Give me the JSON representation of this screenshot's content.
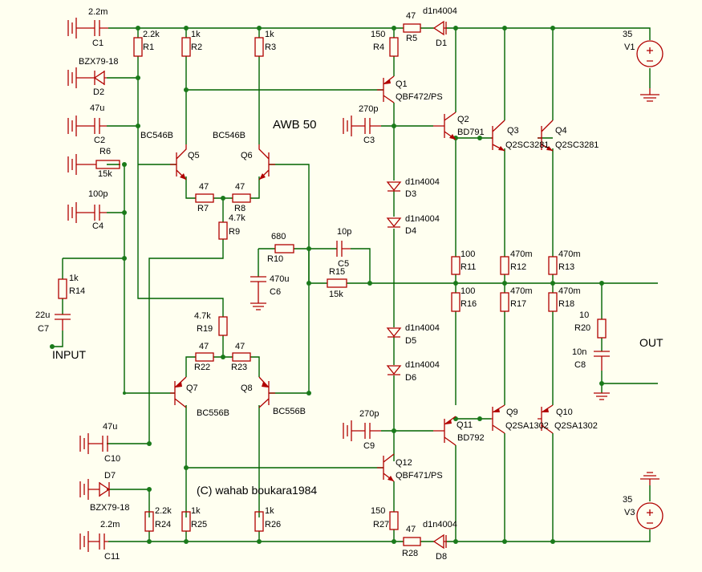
{
  "title": "AWB 50",
  "copyright": "(C) wahab boukara1984",
  "ports": {
    "input": "INPUT",
    "output": "OUT"
  },
  "components": {
    "C1": {
      "ref": "C1",
      "value": "2.2m"
    },
    "C2": {
      "ref": "C2",
      "value": "47u"
    },
    "C3": {
      "ref": "C3",
      "value": "270p"
    },
    "C4": {
      "ref": "C4",
      "value": "100p"
    },
    "C5": {
      "ref": "C5",
      "value": "10p"
    },
    "C6": {
      "ref": "C6",
      "value": "470u"
    },
    "C7": {
      "ref": "C7",
      "value": "22u"
    },
    "C8": {
      "ref": "C8",
      "value": "10n"
    },
    "C9": {
      "ref": "C9",
      "value": "270p"
    },
    "C10": {
      "ref": "C10",
      "value": "47u"
    },
    "C11": {
      "ref": "C11",
      "value": "2.2m"
    },
    "R1": {
      "ref": "R1",
      "value": "2.2k"
    },
    "R2": {
      "ref": "R2",
      "value": "1k"
    },
    "R3": {
      "ref": "R3",
      "value": "1k"
    },
    "R4": {
      "ref": "R4",
      "value": "150"
    },
    "R5": {
      "ref": "R5",
      "value": "47"
    },
    "R6": {
      "ref": "R6",
      "value": "15k"
    },
    "R7": {
      "ref": "R7",
      "value": "47"
    },
    "R8": {
      "ref": "R8",
      "value": "47"
    },
    "R9": {
      "ref": "R9",
      "value": "4.7k"
    },
    "R10": {
      "ref": "R10",
      "value": "680"
    },
    "R11": {
      "ref": "R11",
      "value": "100"
    },
    "R12": {
      "ref": "R12",
      "value": "470m"
    },
    "R13": {
      "ref": "R13",
      "value": "470m"
    },
    "R14": {
      "ref": "R14",
      "value": "1k"
    },
    "R15": {
      "ref": "R15",
      "value": "15k"
    },
    "R16": {
      "ref": "R16",
      "value": "100"
    },
    "R17": {
      "ref": "R17",
      "value": "470m"
    },
    "R18": {
      "ref": "R18",
      "value": "470m"
    },
    "R19": {
      "ref": "R19",
      "value": "4.7k"
    },
    "R20": {
      "ref": "R20",
      "value": "10"
    },
    "R22": {
      "ref": "R22",
      "value": "47"
    },
    "R23": {
      "ref": "R23",
      "value": "47"
    },
    "R24": {
      "ref": "R24",
      "value": "2.2k"
    },
    "R25": {
      "ref": "R25",
      "value": "1k"
    },
    "R26": {
      "ref": "R26",
      "value": "1k"
    },
    "R27": {
      "ref": "R27",
      "value": "150"
    },
    "R28": {
      "ref": "R28",
      "value": "47"
    },
    "D1": {
      "ref": "D1",
      "value": "d1n4004"
    },
    "D2": {
      "ref": "D2",
      "value": "BZX79-18"
    },
    "D3": {
      "ref": "D3",
      "value": "d1n4004"
    },
    "D4": {
      "ref": "D4",
      "value": "d1n4004"
    },
    "D5": {
      "ref": "D5",
      "value": "d1n4004"
    },
    "D6": {
      "ref": "D6",
      "value": "d1n4004"
    },
    "D7": {
      "ref": "D7",
      "value": "BZX79-18"
    },
    "D8": {
      "ref": "D8",
      "value": "d1n4004"
    },
    "Q1": {
      "ref": "Q1",
      "value": "QBF472/PS"
    },
    "Q2": {
      "ref": "Q2",
      "value": "BD791"
    },
    "Q3": {
      "ref": "Q3",
      "value": "Q2SC3281"
    },
    "Q4": {
      "ref": "Q4",
      "value": "Q2SC3281"
    },
    "Q5": {
      "ref": "Q5",
      "value": "BC546B"
    },
    "Q6": {
      "ref": "Q6",
      "value": "BC546B"
    },
    "Q7": {
      "ref": "Q7",
      "value": "BC556B"
    },
    "Q8": {
      "ref": "Q8",
      "value": "BC556B"
    },
    "Q9": {
      "ref": "Q9",
      "value": "Q2SA1302"
    },
    "Q10": {
      "ref": "Q10",
      "value": "Q2SA1302"
    },
    "Q11": {
      "ref": "Q11",
      "value": "BD792"
    },
    "Q12": {
      "ref": "Q12",
      "value": "QBF471/PS"
    },
    "V1": {
      "ref": "V1",
      "value": "35"
    },
    "V3": {
      "ref": "V3",
      "value": "35"
    }
  },
  "colors": {
    "background": "#fffff0",
    "wire": "#006400",
    "component": "#b00000",
    "node": "#1a7a1a"
  }
}
